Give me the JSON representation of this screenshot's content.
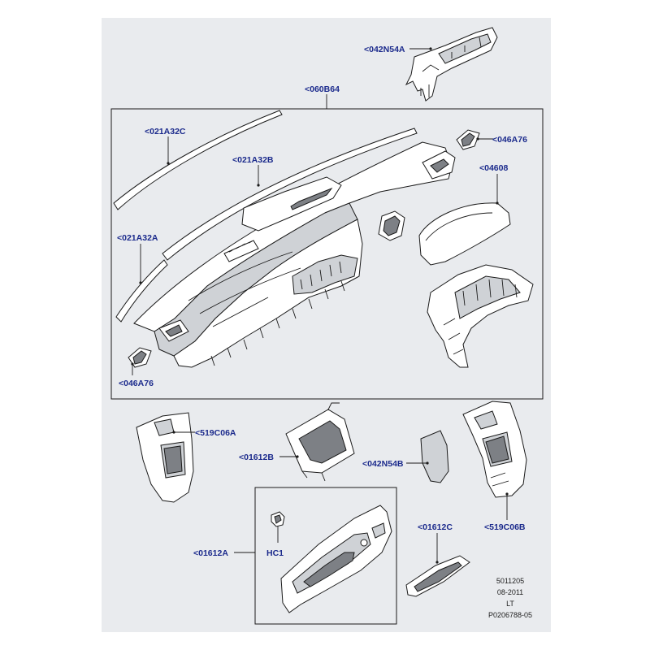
{
  "labels": {
    "l042N54A": "<042N54A",
    "l060B64": "<060B64",
    "l021A32C": "<021A32C",
    "l021A32B": "<021A32B",
    "l021A32A": "<021A32A",
    "l046A76_top": "<046A76",
    "l04608": "<04608",
    "l046A76_bottom": "<046A76",
    "l519C06A": "<519C06A",
    "l01612B": "<01612B",
    "l042N54B": "<042N54B",
    "l519C06B": "<519C06B",
    "l01612A": "<01612A",
    "lHC1": "HC1",
    "l01612C": "<01612C"
  },
  "footer": {
    "line1": "5011205",
    "line2": "08-2011",
    "line3": "LT",
    "line4": "P0206788-05"
  },
  "colors": {
    "label": "#1b2a8c",
    "background": "#e9ebee",
    "line": "#1a1a1a"
  }
}
